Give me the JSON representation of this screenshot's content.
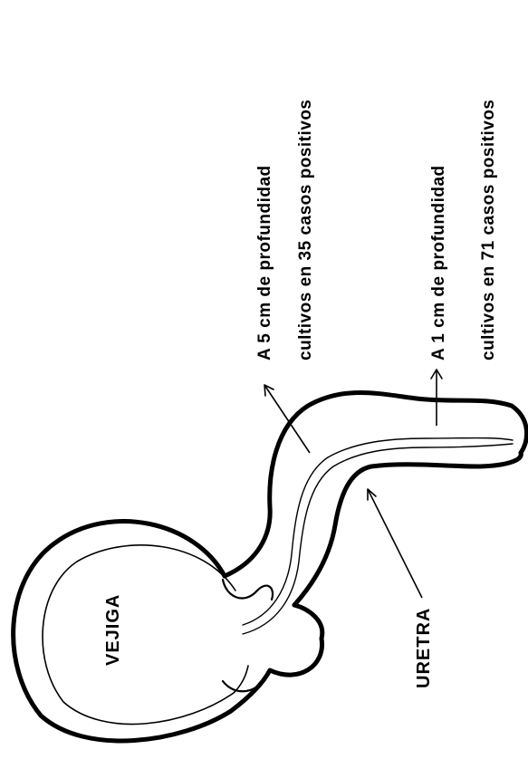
{
  "labels": {
    "bladder": "VEJIGA",
    "urethra": "URETRA"
  },
  "annotations": {
    "deep_line1": "A 5 cm de profundidad",
    "deep_line2": "cultivos en 35 casos positivos",
    "shallow_line1": "A 1 cm de profundidad",
    "shallow_line2": "cultivos en 71 casos positivos"
  },
  "colors": {
    "ink": "#000000",
    "paper": "#ffffff"
  }
}
